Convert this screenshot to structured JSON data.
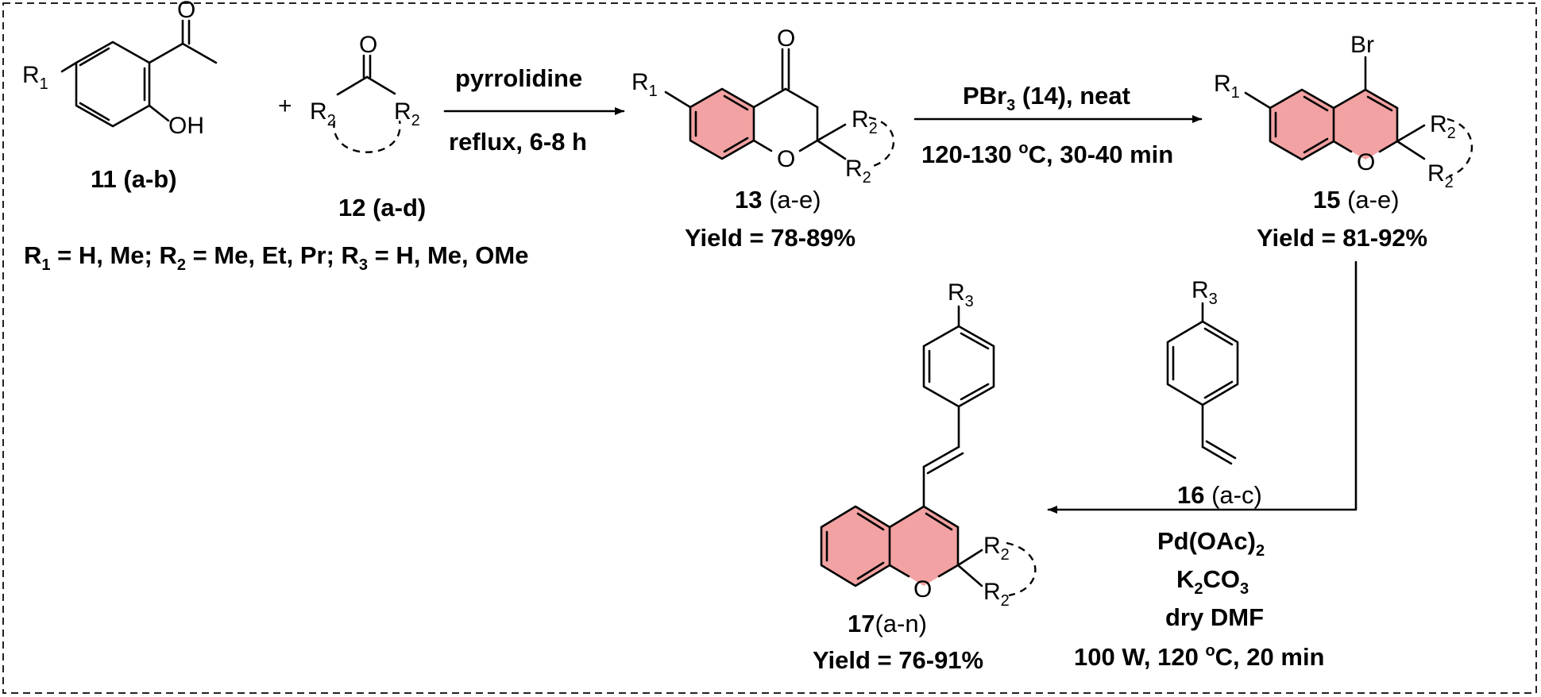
{
  "colors": {
    "highlight": "#f2a2a2",
    "line": "#000000",
    "frame": "#222222"
  },
  "reactant_11": {
    "id": "11",
    "range": "(a-b)",
    "atom_oh": "OH",
    "atom_o": "O",
    "r1": "R",
    "r1_sub": "1"
  },
  "plus": "+",
  "reactant_12": {
    "id": "12",
    "range": "(a-d)",
    "atom_o": "O",
    "r2": "R",
    "r2_sub": "2"
  },
  "substituents": {
    "r1_label": "R",
    "r1_sub": "1",
    "r1_values": " = H, Me; ",
    "r2_label": "R",
    "r2_sub": "2",
    "r2_values": " = Me, Et, Pr; ",
    "r3_label": "R",
    "r3_sub": "3",
    "r3_values": " = H, Me, OMe"
  },
  "step1": {
    "reagent": "pyrrolidine",
    "conditions": "reflux, 6-8 h"
  },
  "product_13": {
    "id": "13",
    "range": "(a-e)",
    "yield": "Yield = 78-89%",
    "atom_o_ketone": "O",
    "atom_o_ring": "O"
  },
  "step2": {
    "reagent_pre": "PBr",
    "reagent_sub": "3",
    "reagent_post": " (14), neat",
    "cond_pre": "120-130 ",
    "cond_sup": "o",
    "cond_post": "C, 30-40 min"
  },
  "product_15": {
    "id": "15",
    "range": "(a-e)",
    "yield": "Yield = 81-92%",
    "atom_br": "Br",
    "atom_o_ring": "O"
  },
  "reagent_16": {
    "id": "16",
    "range": "(a-c)",
    "r3": "R",
    "r3_sub": "3"
  },
  "step3": {
    "catalyst_pre": "Pd(OAc)",
    "catalyst_sub": "2",
    "base_pre": "K",
    "base_sub1": "2",
    "base_mid": "CO",
    "base_sub2": "3",
    "solvent": "dry DMF",
    "cond_pre": "100 W, 120 ",
    "cond_sup": "o",
    "cond_post": "C, 20 min"
  },
  "product_17": {
    "id": "17",
    "range": "(a-n)",
    "yield": "Yield = 76-91%",
    "atom_o_ring": "O",
    "r3": "R",
    "r3_sub": "3"
  }
}
